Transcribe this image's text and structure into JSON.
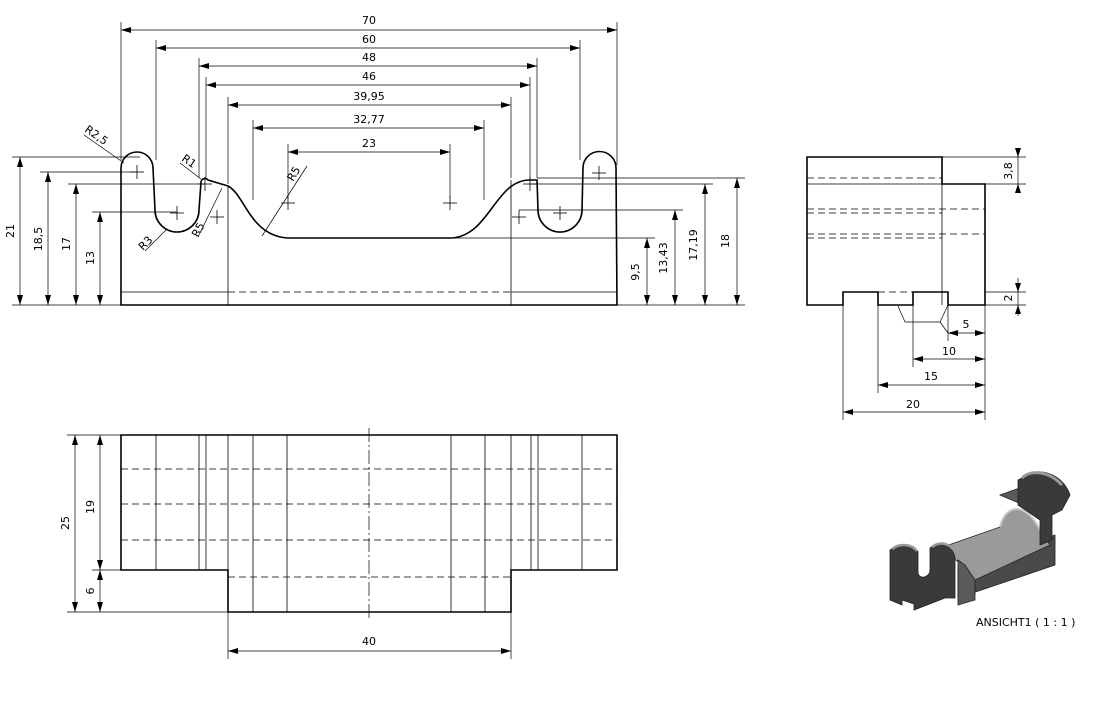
{
  "front_view": {
    "horizontal_dims": [
      "70",
      "60",
      "48",
      "46",
      "39,95",
      "32,77",
      "23"
    ],
    "radius_labels": [
      "R2,5",
      "R1",
      "R3",
      "R5",
      "R5"
    ],
    "left_height_dims": [
      "21",
      "18,5",
      "17",
      "13"
    ],
    "right_height_dims": [
      "9,5",
      "13,43",
      "17,19",
      "18"
    ]
  },
  "side_view": {
    "height_dims": [
      "3,8",
      "2"
    ],
    "width_dims": [
      "5",
      "10",
      "15",
      "20"
    ]
  },
  "top_view": {
    "height_dims": [
      "25",
      "19",
      "6"
    ],
    "width_dims": [
      "40"
    ]
  },
  "iso_view": {
    "label": "ANSICHT1 ( 1 : 1 )",
    "colors": {
      "dark": "#3a3a3a",
      "mid": "#5a5a5a",
      "light": "#9a9a9a",
      "highlight": "#c8c8c8"
    }
  }
}
